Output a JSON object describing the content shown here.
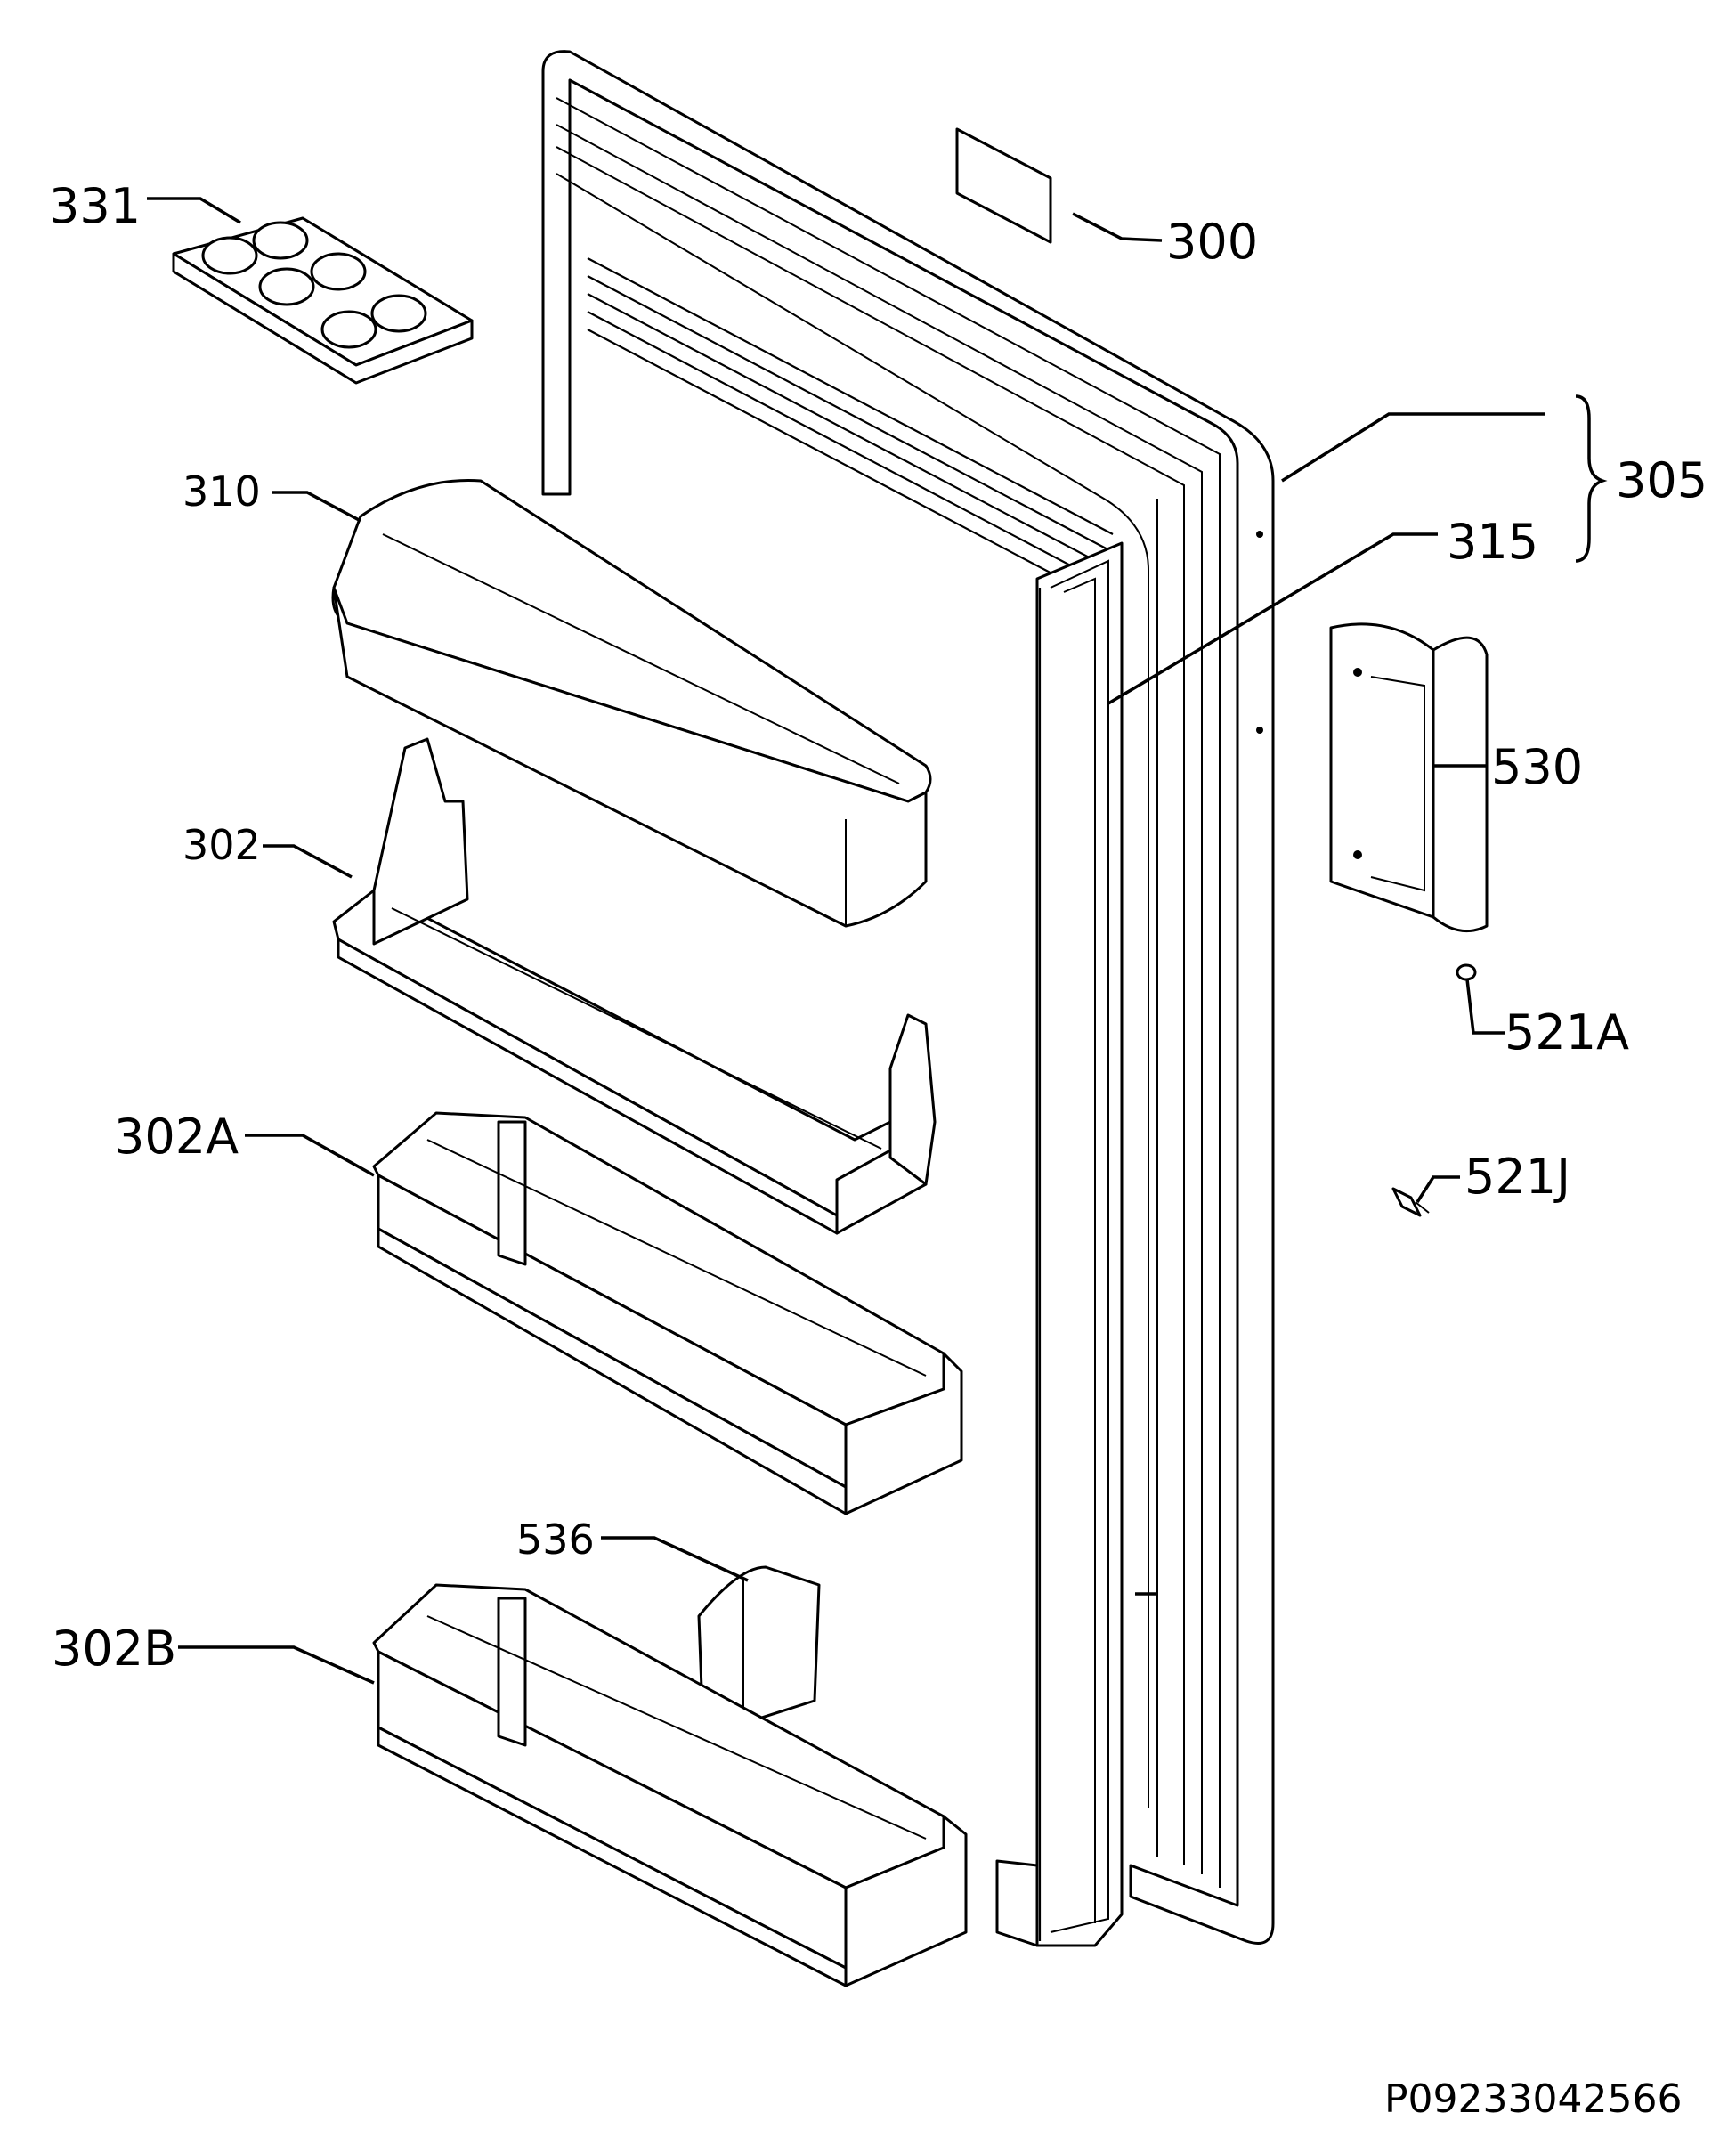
{
  "diagram": {
    "type": "exploded parts diagram",
    "colors": {
      "line": "#000000",
      "background": "#ffffff"
    },
    "labels": {
      "p331": "331",
      "p300": "300",
      "p305": "305",
      "p310": "310",
      "p315": "315",
      "p302": "302",
      "p530": "530",
      "p521a": "521A",
      "p302a": "302A",
      "p521j": "521J",
      "p536": "536",
      "p302b": "302B"
    },
    "drawing_code": "P09233042566"
  }
}
